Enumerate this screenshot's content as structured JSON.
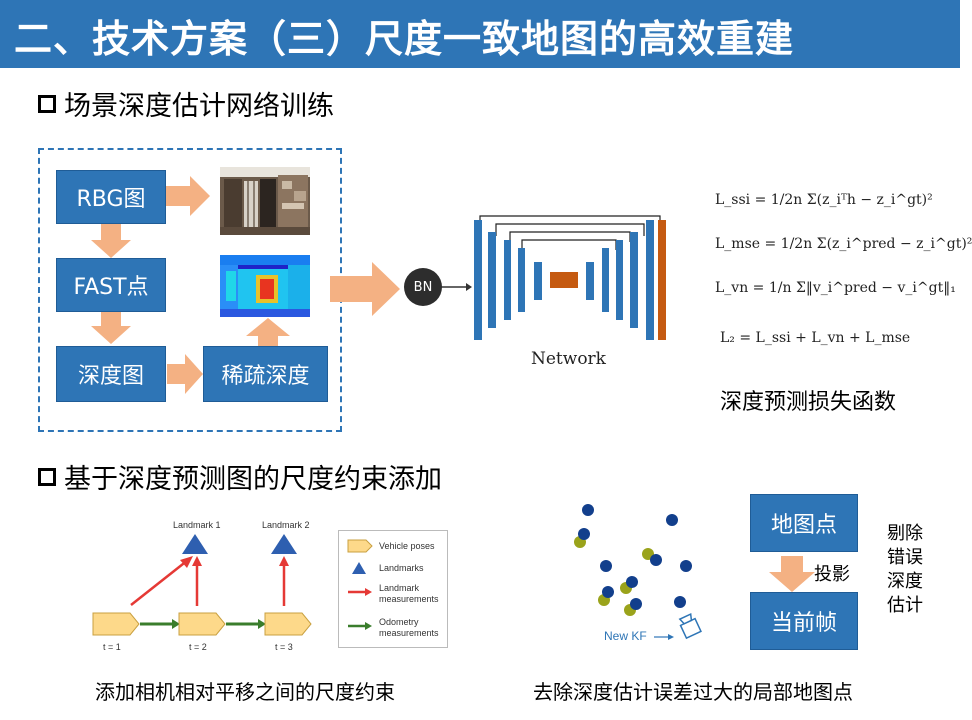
{
  "title": "二、技术方案（三）尺度一致地图的高效重建",
  "section1": {
    "heading": "场景深度估计网络训练"
  },
  "section2": {
    "heading": "基于深度预测图的尺度约束添加"
  },
  "pipeline": {
    "rbg": "RBG图",
    "fast": "FAST点",
    "depth_map": "深度图",
    "sparse_depth": "稀疏深度",
    "bn": "BN",
    "network_label": "Network"
  },
  "loss": {
    "caption": "深度预测损失函数",
    "eq_ssi": "L_ssi = 1/2n Σ(z_iᵀh − z_i^gt)²",
    "eq_mse": "L_mse = 1/2n Σ(z_i^pred − z_i^gt)²",
    "eq_vn": "L_vn = 1/n Σ‖v_i^pred − v_i^gt‖₁",
    "eq_total": "L₂ = L_ssi + L_vn + L_mse"
  },
  "graph": {
    "landmark1": "Landmark 1",
    "landmark2": "Landmark 2",
    "t1": "t = 1",
    "t2": "t = 2",
    "t3": "t = 3",
    "legend": {
      "vehicle_poses": "Vehicle poses",
      "landmarks": "Landmarks",
      "landmark_meas": "Landmark measurements",
      "odometry_meas": "Odometry measurements"
    },
    "caption": "添加相机相对平移之间的尺度约束"
  },
  "map_points": {
    "new_kf": "New KF",
    "map_point_box": "地图点",
    "projection": "投影",
    "current_frame_box": "当前帧",
    "side_note": [
      "剔除",
      "错误",
      "深度",
      "估计"
    ],
    "caption": "去除深度估计误差过大的局部地图点"
  },
  "colors": {
    "title_bg": "#2e75b6",
    "box_blue": "#2e75b6",
    "arrow_orange": "#f4b183",
    "unet_blue": "#2e75b6",
    "unet_orange": "#c55a11"
  }
}
